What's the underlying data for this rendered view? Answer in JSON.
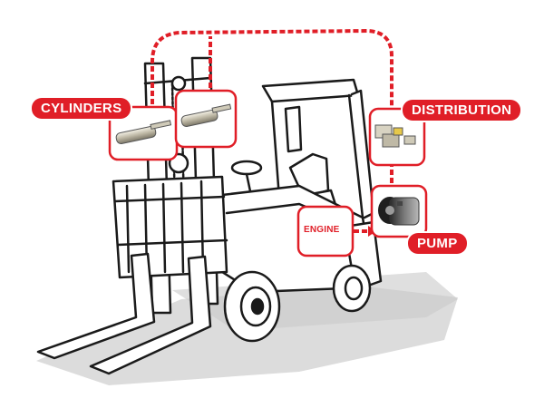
{
  "diagram": {
    "labels": {
      "cylinders": "CYLINDERS",
      "distribution": "DISTRIBUTION",
      "engine": "ENGINE",
      "pump": "PUMP"
    },
    "colors": {
      "accent": "#e01e27",
      "line_art": "#1a1a1a",
      "shadow": "#d9d9d9"
    },
    "components": [
      {
        "name": "cylinders",
        "icon": "hydraulic-cylinder-icon"
      },
      {
        "name": "distribution",
        "icon": "control-valve-icon"
      },
      {
        "name": "engine",
        "icon": "none"
      },
      {
        "name": "pump",
        "icon": "gear-pump-icon"
      }
    ]
  }
}
